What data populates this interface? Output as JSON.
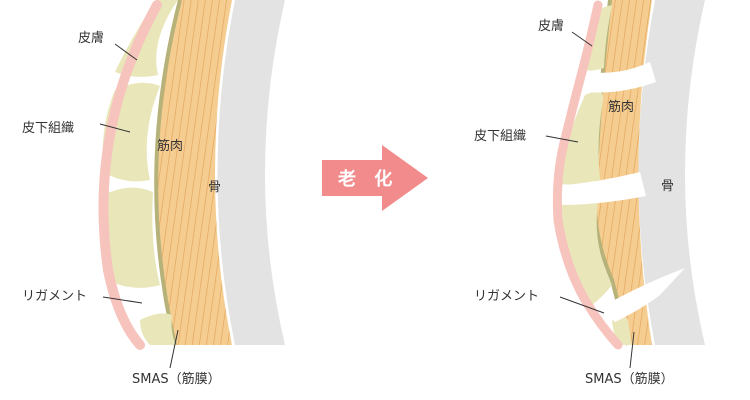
{
  "before": {
    "labels": {
      "skin": "皮膚",
      "subcutaneous_tissue": "皮下組織",
      "muscle": "筋肉",
      "bone": "骨",
      "ligament": "リガメント",
      "smas": "SMAS（筋膜）"
    }
  },
  "arrow": {
    "label": "老 化",
    "color": "#f28b8b"
  },
  "after": {
    "labels": {
      "skin": "皮膚",
      "subcutaneous_tissue": "皮下組織",
      "muscle": "筋肉",
      "bone": "骨",
      "ligament": "リガメント",
      "smas": "SMAS（筋膜）"
    }
  },
  "colors": {
    "bone": "#e3e3e3",
    "skin": "#f7c3bd",
    "fat": "#e9e7b9",
    "muscle": "#f5cd90",
    "muscle_line": "#d99a4e",
    "smas_line": "#b6b27a"
  }
}
